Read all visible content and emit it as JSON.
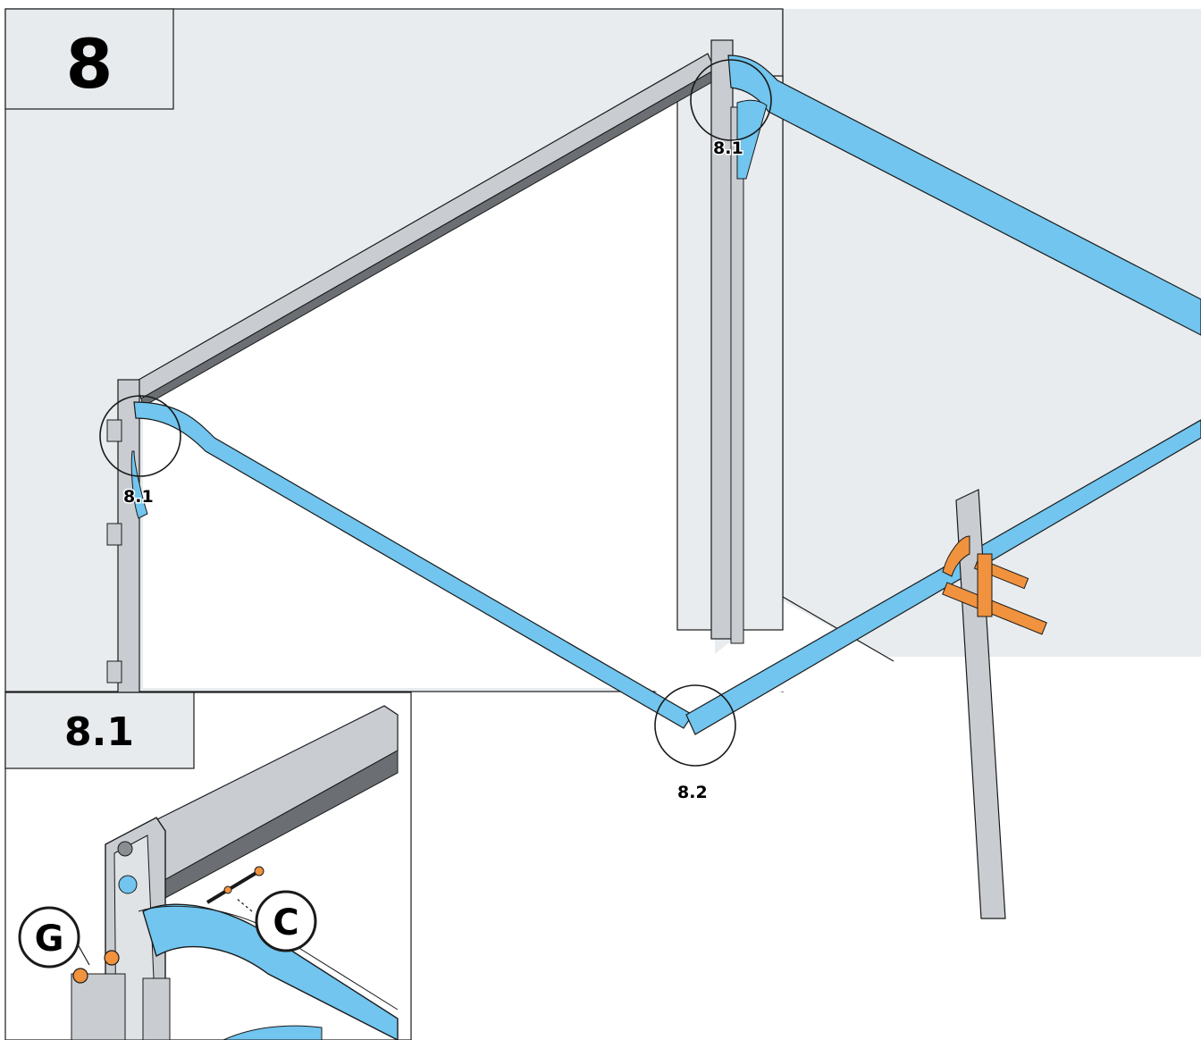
{
  "step": {
    "number": "8"
  },
  "callouts": {
    "left_corner": "8.1",
    "right_corner": "8.1",
    "bottom_corner": "8.2"
  },
  "detail": {
    "title": "8.1",
    "parts": [
      {
        "letter": "G"
      },
      {
        "letter": "C"
      }
    ]
  },
  "colors": {
    "wall": "#e8ecef",
    "track": "#71c5ee",
    "steel": "#c9cdd1",
    "clamp": "#f0923e",
    "outline": "#1a1a1a",
    "panel": "#e8ebee"
  },
  "icons": [
    "clamp-icon",
    "bolt-icon",
    "nut-icon"
  ]
}
